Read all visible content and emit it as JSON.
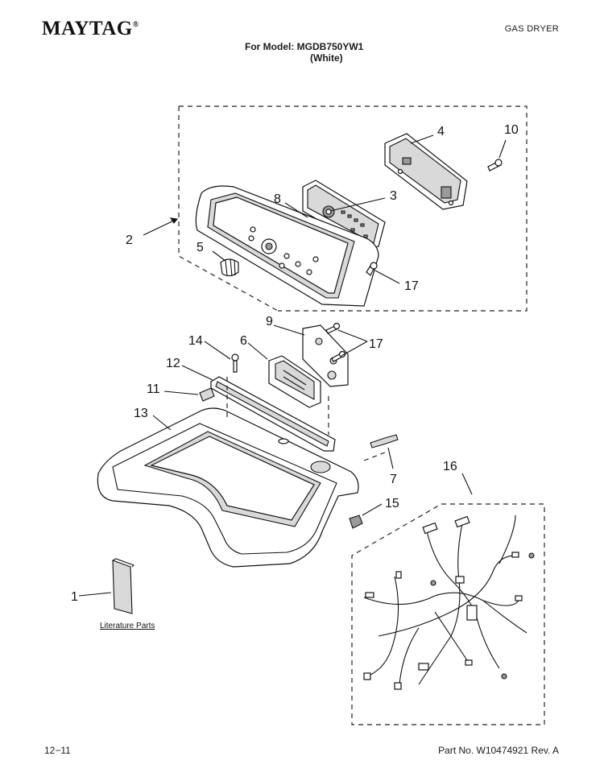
{
  "header": {
    "brand": "MAYTAG",
    "brand_mark": "®",
    "product_type": "GAS DRYER",
    "model_line": "For Model: MGDB750YW1",
    "color_line": "(White)"
  },
  "diagram": {
    "callouts": [
      "1",
      "2",
      "3",
      "4",
      "5",
      "6",
      "7",
      "8",
      "9",
      "10",
      "11",
      "12",
      "13",
      "14",
      "15",
      "16",
      "17",
      "17"
    ],
    "literature_label": "Literature Parts"
  },
  "footer": {
    "date_code": "12−11",
    "part_number": "Part No. W10474921 Rev. A"
  }
}
